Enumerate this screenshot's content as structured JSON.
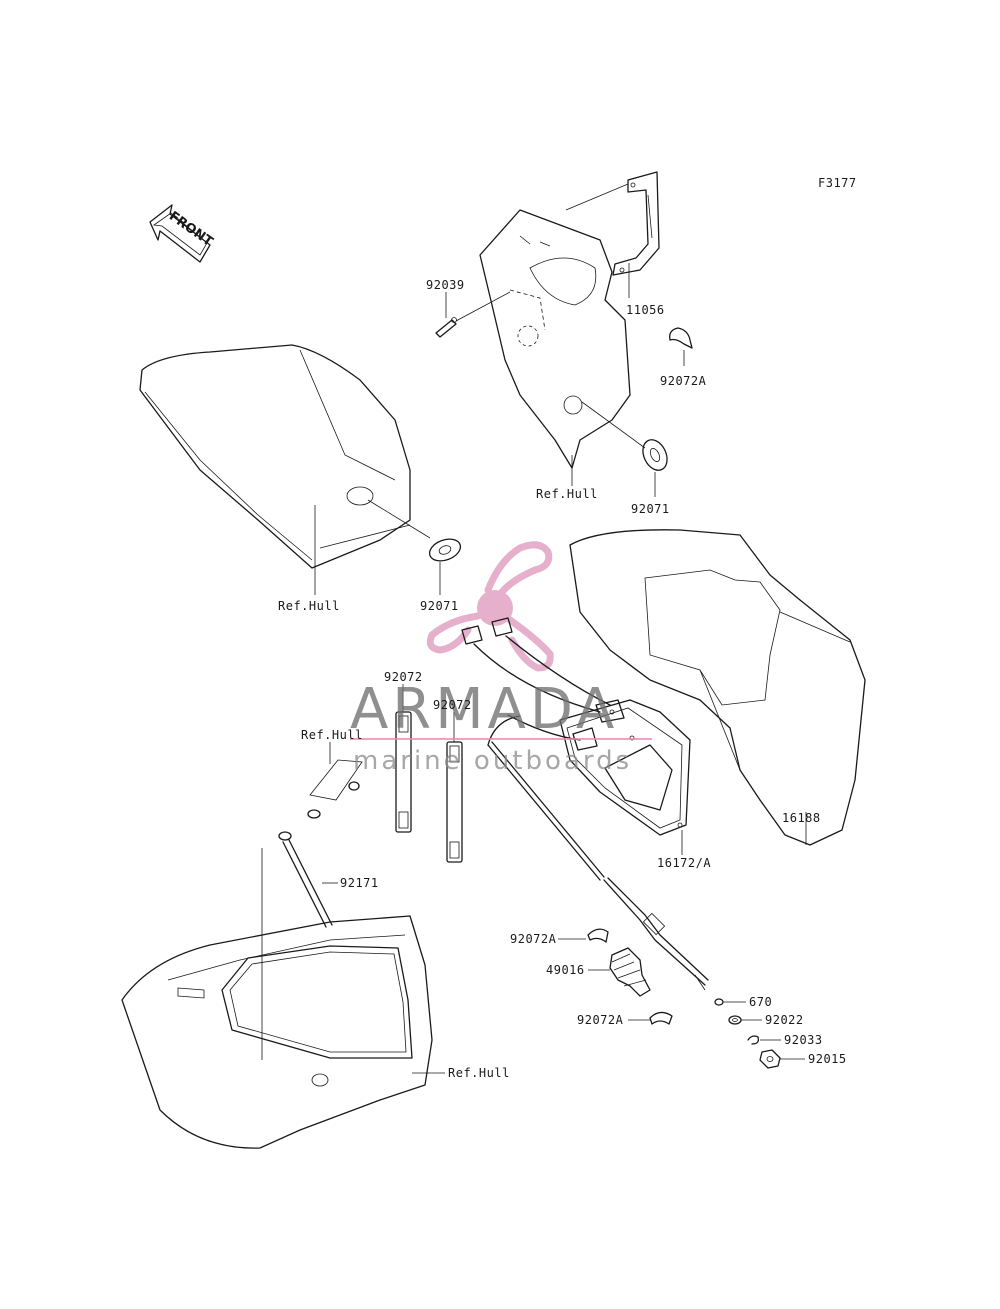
{
  "diagram": {
    "code": "F3177",
    "front_label": "FRONT",
    "labels": {
      "p92039": "92039",
      "p11056": "11056",
      "p92072A_top": "92072A",
      "p92071_right": "92071",
      "refhull_upper": "Ref.Hull",
      "refhull_left": "Ref.Hull",
      "p92071_left": "92071",
      "p92072_a": "92072",
      "p92072_b": "92072",
      "refhull_mid": "Ref.Hull",
      "p92171": "92171",
      "p16188": "16188",
      "p16172A": "16172/A",
      "p92072A_mid": "92072A",
      "p49016": "49016",
      "p92072A_low": "92072A",
      "p670": "670",
      "p92022": "92022",
      "p92033": "92033",
      "p92015": "92015",
      "refhull_bottom": "Ref.Hull"
    }
  },
  "watermark": {
    "title": "ARMADA",
    "subtitle": "marine outboards",
    "colors": {
      "logo": "#e2a3c4",
      "text": "#6f6f6f",
      "rule": "#e98bb8"
    }
  }
}
